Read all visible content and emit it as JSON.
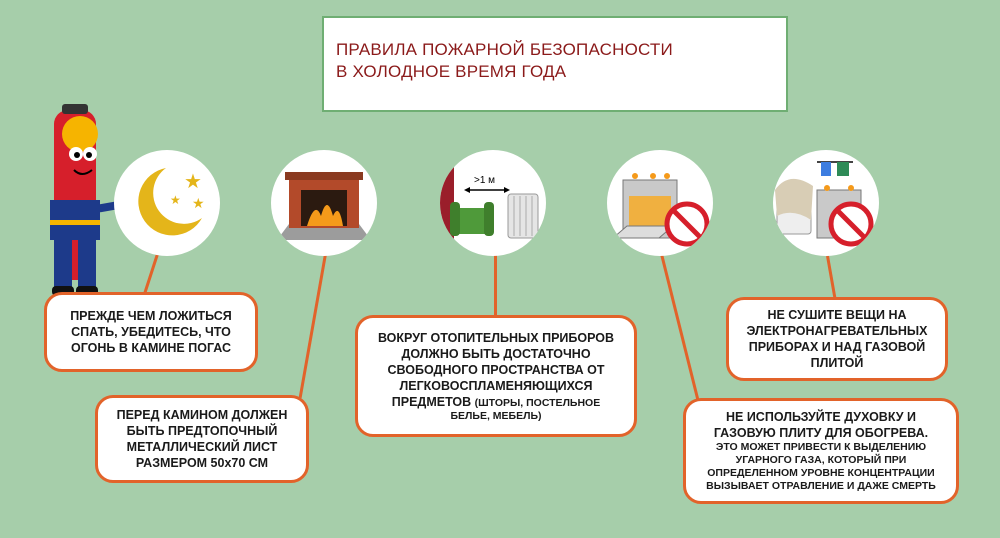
{
  "title": {
    "line1": "ПРАВИЛА ПОЖАРНОЙ БЕЗОПАСНОСТИ",
    "line2": "В ХОЛОДНОЕ ВРЕМЯ ГОДА"
  },
  "distance_label": ">1 м",
  "cards": {
    "sleep": {
      "line1": "ПРЕЖДЕ ЧЕМ ЛОЖИТЬСЯ",
      "line2": "СПАТЬ, УБЕДИТЕСЬ, ЧТО",
      "line3": "ОГОНЬ В КАМИНЕ ПОГАС"
    },
    "fireplace": {
      "line1": "ПЕРЕД КАМИНОМ ДОЛЖЕН",
      "line2": "БЫТЬ ПРЕДТОПОЧНЫЙ",
      "line3": "МЕТАЛЛИЧЕСКИЙ ЛИСТ",
      "line4": "РАЗМЕРОМ 50х70 СМ"
    },
    "heaters": {
      "line1": "ВОКРУГ ОТОПИТЕЛЬНЫХ ПРИБОРОВ",
      "line2": "ДОЛЖНО БЫТЬ ДОСТАТОЧНО",
      "line3": "СВОБОДНОГО ПРОСТРАНСТВА ОТ",
      "line4": "ЛЕГКОВОСПЛАМЕНЯЮЩИХСЯ",
      "line5_main": "ПРЕДМЕТОВ",
      "line5_small": "(ШТОРЫ, ПОСТЕЛЬНОЕ",
      "line6_small": "БЕЛЬЕ, МЕБЕЛЬ)"
    },
    "oven": {
      "line1": "НЕ ИСПОЛЬЗУЙТЕ ДУХОВКУ И",
      "line2": "ГАЗОВУЮ ПЛИТУ ДЛЯ ОБОГРЕВА.",
      "small1": "ЭТО МОЖЕТ ПРИВЕСТИ К ВЫДЕЛЕНИЮ",
      "small2": "УГАРНОГО ГАЗА, КОТОРЫЙ ПРИ",
      "small3": "ОПРЕДЕЛЕННОМ УРОВНЕ КОНЦЕНТРАЦИИ",
      "small4": "ВЫЗЫВАЕТ ОТРАВЛЕНИЕ И ДАЖЕ СМЕРТЬ"
    },
    "drying": {
      "line1": "НЕ СУШИТЕ ВЕЩИ НА",
      "line2": "ЭЛЕКТРОНАГРЕВАТЕЛЬНЫХ",
      "line3": "ПРИБОРАХ И НАД ГАЗОВОЙ",
      "line4": "ПЛИТОЙ"
    }
  },
  "colors": {
    "background": "#a6ceaa",
    "accent": "#e2632a",
    "title_text": "#8b1a1a"
  }
}
